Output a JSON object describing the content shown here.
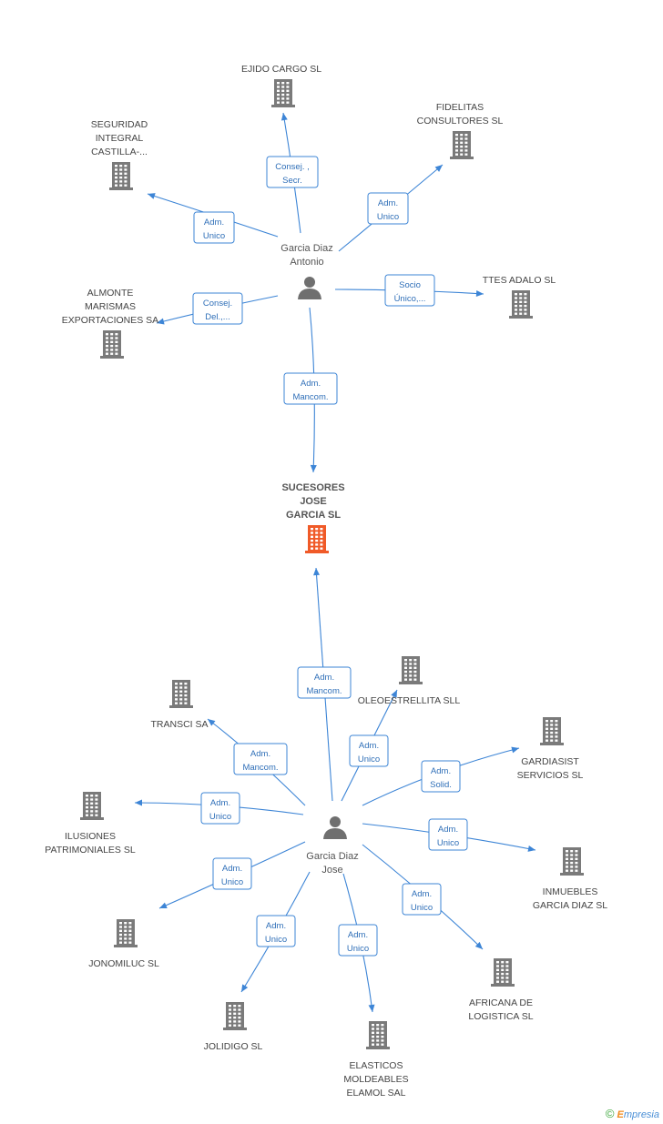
{
  "colors": {
    "edge": "#3d85d6",
    "building": "#7a7a7a",
    "focus_building": "#f05a28",
    "label": "#444444"
  },
  "focus_company": {
    "label_lines": [
      "SUCESORES",
      "JOSE",
      "GARCIA SL"
    ]
  },
  "people": [
    {
      "id": "p1",
      "label_lines": [
        "Garcia Diaz",
        "Antonio"
      ]
    },
    {
      "id": "p2",
      "label_lines": [
        "Garcia Diaz",
        "Jose"
      ]
    }
  ],
  "companies": [
    {
      "id": "c_ejido",
      "label_lines": [
        "EJIDO CARGO SL"
      ]
    },
    {
      "id": "c_fidelitas",
      "label_lines": [
        "FIDELITAS",
        "CONSULTORES SL"
      ]
    },
    {
      "id": "c_seguridad",
      "label_lines": [
        "SEGURIDAD",
        "INTEGRAL",
        "CASTILLA-..."
      ]
    },
    {
      "id": "c_almonte",
      "label_lines": [
        "ALMONTE",
        "MARISMAS",
        "EXPORTACIONES SA"
      ]
    },
    {
      "id": "c_ttes",
      "label_lines": [
        "TTES ADALO SL"
      ]
    },
    {
      "id": "c_transci",
      "label_lines": [
        "TRANSCI SA"
      ]
    },
    {
      "id": "c_oleo",
      "label_lines": [
        "OLEOESTRELLITA SLL"
      ]
    },
    {
      "id": "c_gardiasist",
      "label_lines": [
        "GARDIASIST",
        "SERVICIOS SL"
      ]
    },
    {
      "id": "c_ilusiones",
      "label_lines": [
        "ILUSIONES",
        "PATRIMONIALES SL"
      ]
    },
    {
      "id": "c_inmuebles",
      "label_lines": [
        "INMUEBLES",
        "GARCIA DIAZ SL"
      ]
    },
    {
      "id": "c_jonomiluc",
      "label_lines": [
        "JONOMILUC SL"
      ]
    },
    {
      "id": "c_africana",
      "label_lines": [
        "AFRICANA DE",
        "LOGISTICA SL"
      ]
    },
    {
      "id": "c_jolidigo",
      "label_lines": [
        "JOLIDIGO SL"
      ]
    },
    {
      "id": "c_elasticos",
      "label_lines": [
        "ELASTICOS",
        "MOLDEABLES",
        "ELAMOL SAL"
      ]
    }
  ],
  "edges": [
    {
      "from": "p1",
      "to": "c_ejido",
      "role_lines": [
        "Consej. ,",
        "Secr."
      ]
    },
    {
      "from": "p1",
      "to": "c_seguridad",
      "role_lines": [
        "Adm.",
        "Unico"
      ]
    },
    {
      "from": "p1",
      "to": "c_fidelitas",
      "role_lines": [
        "Adm.",
        "Unico"
      ]
    },
    {
      "from": "p1",
      "to": "c_almonte",
      "role_lines": [
        "Consej.",
        "Del.,..."
      ]
    },
    {
      "from": "p1",
      "to": "c_ttes",
      "role_lines": [
        "Socio",
        "Único,..."
      ]
    },
    {
      "from": "p1",
      "to": "focus",
      "role_lines": [
        "Adm.",
        "Mancom."
      ]
    },
    {
      "from": "p2",
      "to": "focus",
      "role_lines": [
        "Adm.",
        "Mancom."
      ]
    },
    {
      "from": "p2",
      "to": "c_oleo",
      "role_lines": [
        "Adm.",
        "Unico"
      ]
    },
    {
      "from": "p2",
      "to": "c_transci",
      "role_lines": [
        "Adm.",
        "Mancom."
      ]
    },
    {
      "from": "p2",
      "to": "c_gardiasist",
      "role_lines": [
        "Adm.",
        "Solid."
      ]
    },
    {
      "from": "p2",
      "to": "c_ilusiones",
      "role_lines": [
        "Adm.",
        "Unico"
      ]
    },
    {
      "from": "p2",
      "to": "c_inmuebles",
      "role_lines": [
        "Adm.",
        "Unico"
      ]
    },
    {
      "from": "p2",
      "to": "c_jonomiluc",
      "role_lines": [
        "Adm.",
        "Unico"
      ]
    },
    {
      "from": "p2",
      "to": "c_africana",
      "role_lines": [
        "Adm.",
        "Unico"
      ]
    },
    {
      "from": "p2",
      "to": "c_jolidigo",
      "role_lines": [
        "Adm.",
        "Unico"
      ]
    },
    {
      "from": "p2",
      "to": "c_elasticos",
      "role_lines": [
        "Adm.",
        "Unico"
      ]
    }
  ],
  "credit": {
    "symbol": "©",
    "brand_initial": "E",
    "brand_rest": "mpresia"
  }
}
